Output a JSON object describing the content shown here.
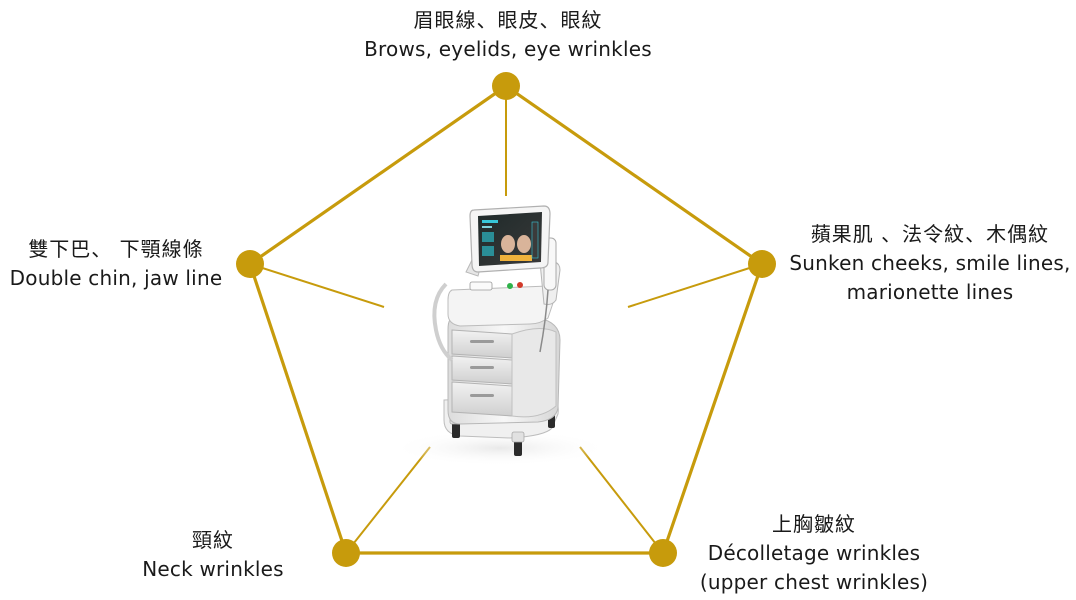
{
  "accent_color": "#c79b0c",
  "device_image": "hifu-ultrasound-machine-on-cart",
  "center_icon": "ultrasound-cart-icon",
  "treatment_areas": [
    {
      "zh": "眉眼線、眼皮、眼紋",
      "en": "Brows, eyelids, eye wrinkles"
    },
    {
      "zh": "蘋果肌 、法令紋、木偶紋",
      "en": "Sunken cheeks, smile lines,",
      "en2": "marionette lines"
    },
    {
      "zh": "上胸皺紋",
      "en": "Décolletage wrinkles",
      "en2": "(upper chest wrinkles)"
    },
    {
      "zh": "頸紋",
      "en": "Neck wrinkles"
    },
    {
      "zh": "雙下巴、 下顎線條",
      "en": "Double chin, jaw line"
    }
  ]
}
